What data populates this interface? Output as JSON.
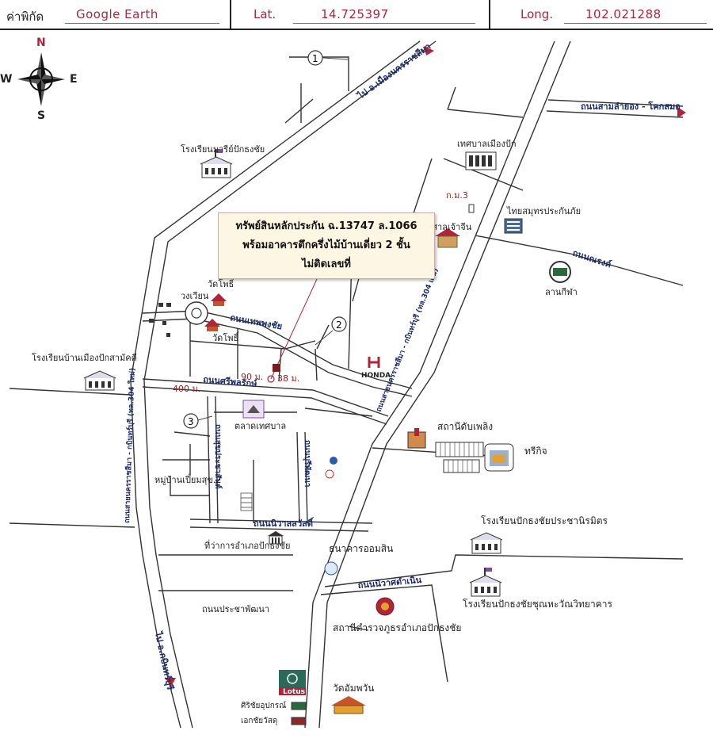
{
  "header": {
    "coord_label": "ค่าพิกัด",
    "coord_source": "Google Earth",
    "lat_label": "Lat.",
    "lat_value": "14.725397",
    "long_label": "Long.",
    "long_value": "102.021288"
  },
  "compass": {
    "n": "N",
    "s": "S",
    "e": "E",
    "w": "W"
  },
  "callout": {
    "line1": "ทรัพย์สินหลักประกัน ฉ.13747  ล.1066",
    "line2": "พร้อมอาคารตึกครึ่งไม้บ้านเดี่ยว 2 ชั้น",
    "line3": "ไม่ติดเลขที่"
  },
  "markers": [
    "1",
    "2",
    "3"
  ],
  "distances": {
    "d90": "90 ม.",
    "d38": "38 ม.",
    "d400": "400 ม."
  },
  "roads": {
    "to_korat_top": "ไป อ.เมืองนครราชสีมา",
    "sam_lamyong": "ถนนสามลำยอง - โคกสมอ",
    "narong": "ถนนณรงค์",
    "theppongchai": "ถนนเทพพงชัย",
    "srimongkol": "ถนนศรีพลรักษ์",
    "hwy304_new": "ถนนสายนครราชสีมา - กบินทร์บุรี (ทล.304 ใหม่)",
    "hwy304_old": "ถนนสายนครราชสีมา - กบินทร์บุรี (ทล.304 เดิม)",
    "sukhaprachasan": "ถนนสุขประชาสันต์",
    "buripatana": "ถนนบุรีพัฒนา",
    "niwat_west": "ถนนนิวาสสวัสดิ์",
    "niwat_east": "ถนนนิวาศดำเนิน",
    "prachapatana": "ถนนประชาพัฒนา",
    "to_kabin": "ไป อ.กบินทร์บุรี"
  },
  "places": {
    "marie_school": "โรงเรียนมารีย์ปักธงชัย",
    "municipality": "เทศบาลเมืองปัก",
    "km3": "ก.ม.3",
    "shrine": "ศาลเจ้าจีน",
    "thai_insurance": "ไทยสมุทรประกันภัย",
    "stadium": "ลานกีฬา",
    "wat_pho_1": "วัดโพธิ์",
    "roundabout": "วงเวียน",
    "wat_pho_2": "วัดโพธิ์",
    "ban_muang_school": "โรงเรียนบ้านเมืองปักสามัคคี",
    "market": "ตลาดเทศบาล",
    "fire_station": "สถานีดับเพลิง",
    "tri_kit": "ทรีกิจ",
    "village": "หมู่บ้านเปี่ยมสุข.2",
    "district_office": "ที่ว่าการอำเภอปักธงชัย",
    "gsb_bank": "ธนาคารออมสิน",
    "pracha_school": "โรงเรียนปักธงชัยประชานิรมิตร",
    "chunhawan_school": "โรงเรียนปักธงชัยชุณหะวัณวิทยาคาร",
    "police": "สถานีตำรวจภูธรอำเภอปักธงชัย",
    "lotus": "Lotus",
    "siri_store": "ศิริชัยอุปกรณ์",
    "ekachai_store": "เอกชัยวัสดุ",
    "wat_umpawan": "วัดอัมพวัน",
    "honda": "HONDA"
  },
  "colors": {
    "road": "#1a2a6b",
    "distance": "#9b1b1b",
    "pin": "#b0243a"
  }
}
